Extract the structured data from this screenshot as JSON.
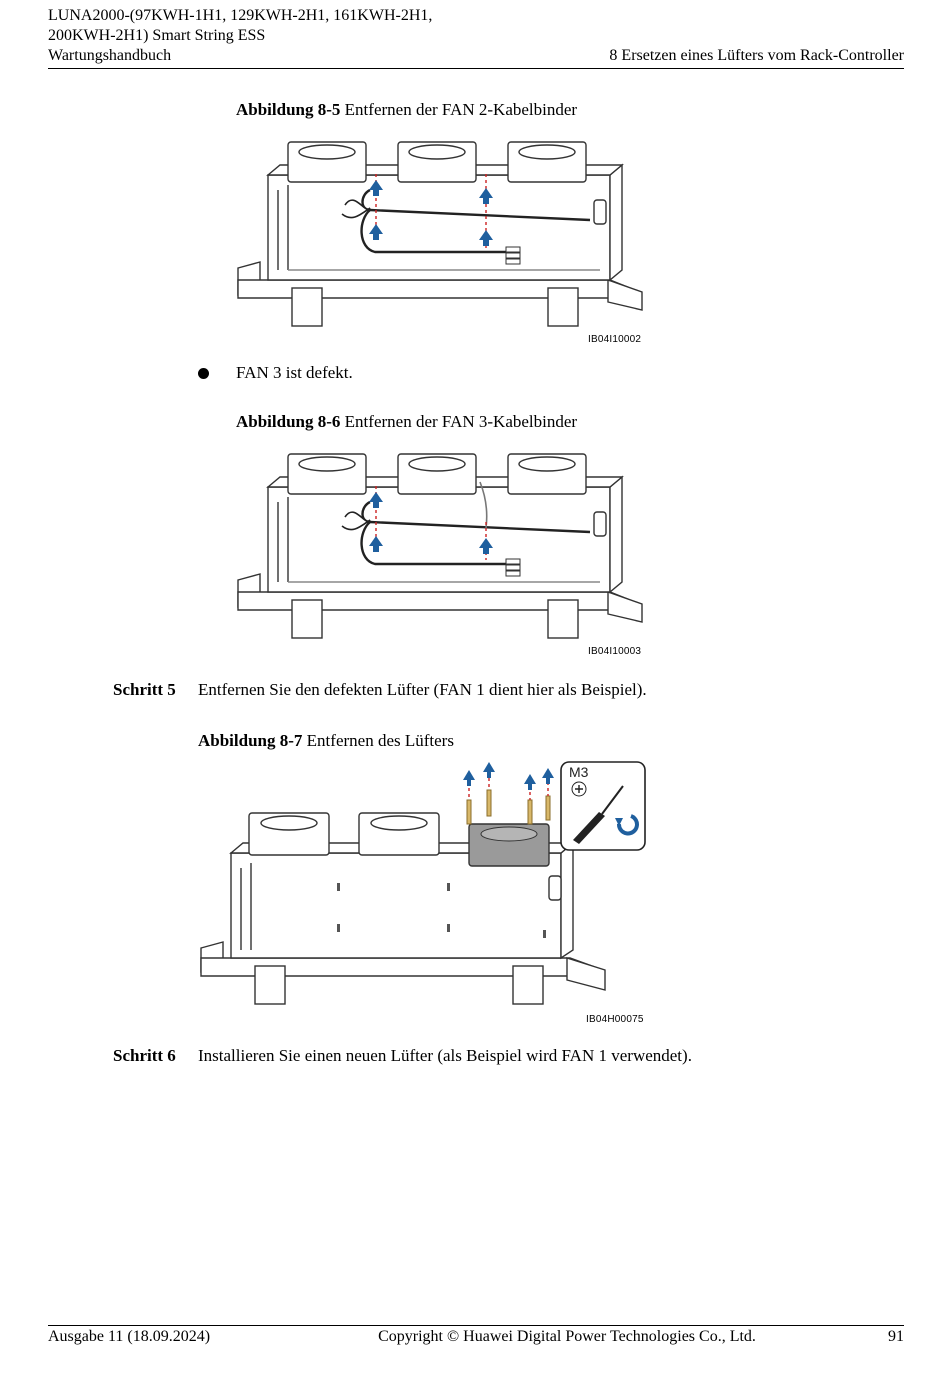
{
  "header": {
    "line1": "LUNA2000-(97KWH-1H1, 129KWH-2H1, 161KWH-2H1,",
    "line2": "200KWH-2H1) Smart String ESS",
    "manual": "Wartungshandbuch",
    "chapter": "8 Ersetzen eines Lüfters vom Rack-Controller"
  },
  "figures": [
    {
      "num": "Abbildung 8-5",
      "caption": "Entfernen der FAN 2-Kabelbinder",
      "code": "IB04I10002"
    },
    {
      "num": "Abbildung 8-6",
      "caption": "Entfernen der FAN 3-Kabelbinder",
      "code": "IB04I10003"
    },
    {
      "num": "Abbildung 8-7",
      "caption": "Entfernen des Lüfters",
      "code": "IB04H00075",
      "tool_label": "M3"
    }
  ],
  "bullet": "FAN 3 ist defekt.",
  "steps": [
    {
      "label": "Schritt 5",
      "text": "Entfernen Sie den defekten Lüfter (FAN 1 dient hier als Beispiel)."
    },
    {
      "label": "Schritt 6",
      "text": "Installieren Sie einen neuen Lüfter (als Beispiel wird FAN 1 verwendet)."
    }
  ],
  "footer": {
    "edition": "Ausgabe 11 (18.09.2024)",
    "copyright": "Copyright © Huawei Digital Power Technologies Co., Ltd.",
    "page": "91"
  },
  "colors": {
    "arrow": "#1f5f9e",
    "screw": "#d8b86a",
    "fan_removed": "#9a9a9a"
  }
}
